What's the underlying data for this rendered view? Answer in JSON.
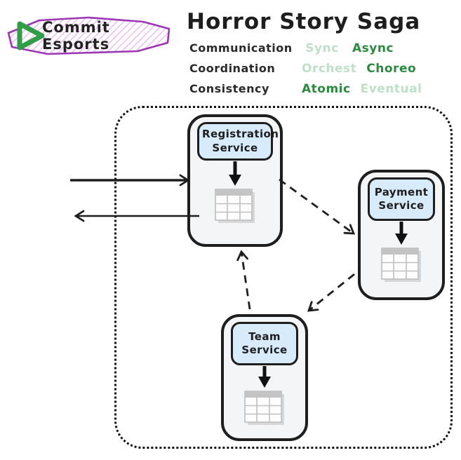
{
  "logo": {
    "label": "Commit Esports",
    "icon": "play-triangle-icon",
    "border_color": "#9c36b5",
    "hatch_color": "#ecbdf4",
    "icon_color": "#2f9e44"
  },
  "header": {
    "title": "Horror Story Saga"
  },
  "legend": {
    "active_color": "#2b8a3e",
    "inactive_color": "#bfe0c8",
    "rows": [
      {
        "label": "Communication",
        "options": [
          {
            "text": "Sync",
            "active": false
          },
          {
            "text": "Async",
            "active": true
          }
        ]
      },
      {
        "label": "Coordination",
        "options": [
          {
            "text": "Orchest",
            "active": false
          },
          {
            "text": "Choreo",
            "active": true
          }
        ]
      },
      {
        "label": "Consistency",
        "options": [
          {
            "text": "Atomic",
            "active": true
          },
          {
            "text": "Eventual",
            "active": false
          }
        ]
      }
    ]
  },
  "diagram": {
    "boundary": "saga dotted boundary",
    "colors": {
      "stroke": "#1e1e1e",
      "box_fill": "#f3f5f7",
      "header_fill": "#d8ebfb",
      "table_gray": "#c4c4c4"
    },
    "services": [
      {
        "name": "Registration Service"
      },
      {
        "name": "Payment Service"
      },
      {
        "name": "Team Service"
      }
    ],
    "connections": [
      {
        "from": "external",
        "to": "Registration Service",
        "style": "solid"
      },
      {
        "from": "Registration Service",
        "to": "external",
        "style": "solid"
      },
      {
        "from": "Registration Service",
        "to": "Payment Service",
        "style": "dashed"
      },
      {
        "from": "Payment Service",
        "to": "Team Service",
        "style": "dashed"
      },
      {
        "from": "Team Service",
        "to": "Registration Service",
        "style": "dashed"
      }
    ]
  }
}
